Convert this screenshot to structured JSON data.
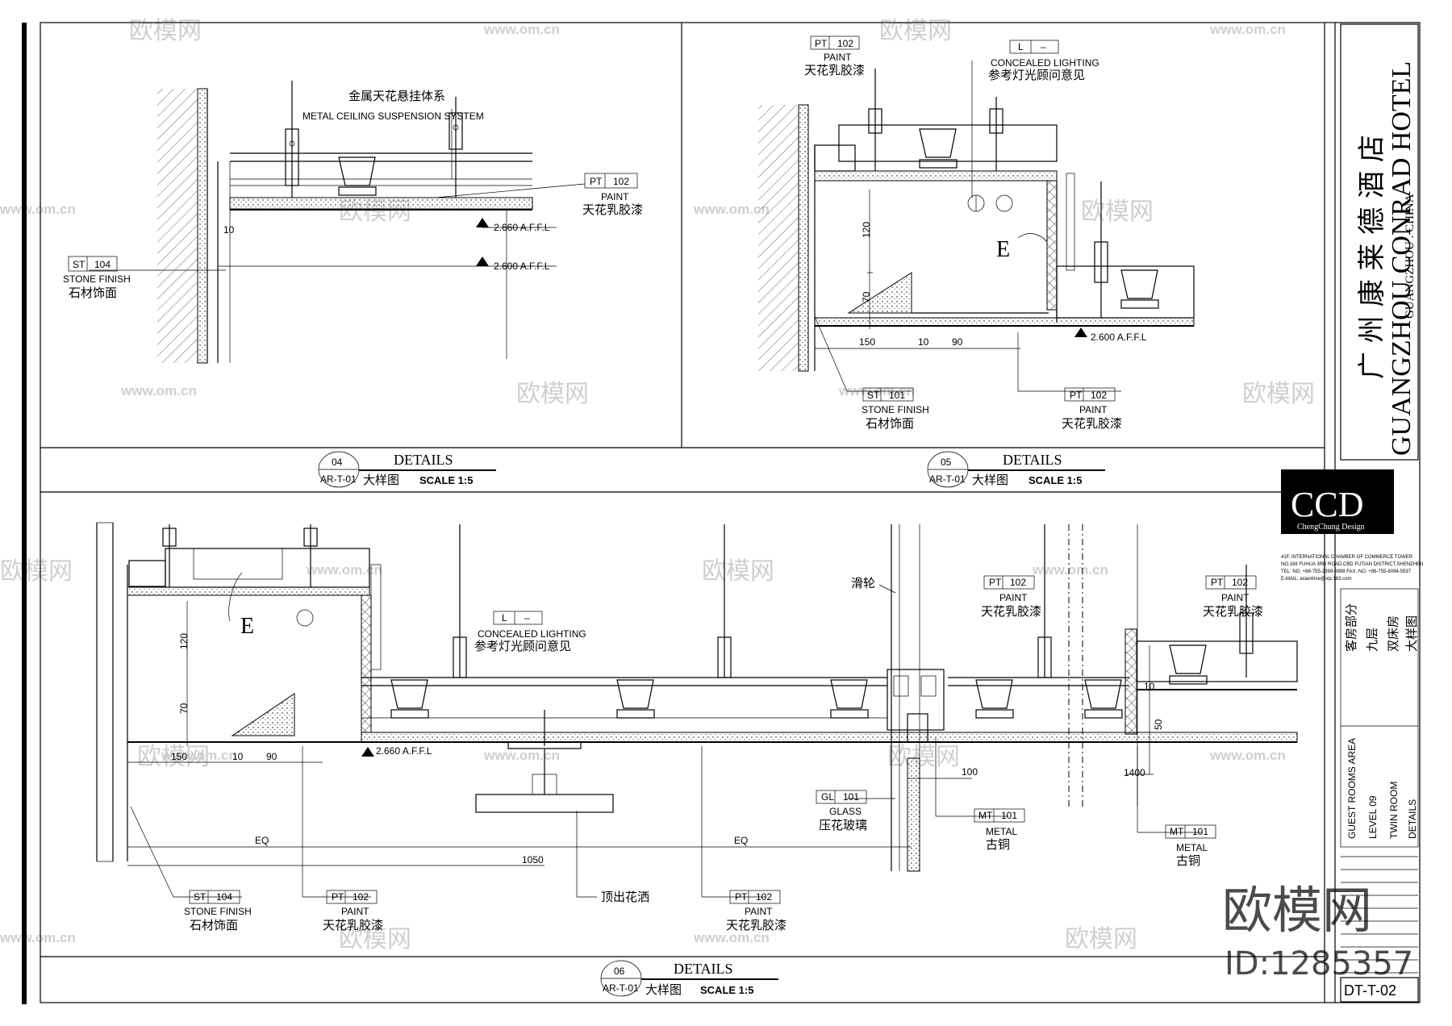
{
  "title_block": {
    "hotel_cn": "广 州 康 莱 德 酒 店",
    "hotel_en": "GUANGZHOU CONRAD HOTEL",
    "city": "GUANGZHOU . CHINA",
    "firm_logo": "CCD",
    "firm_sub": "ChengChung Design",
    "firm_address": [
      "41F, INTERNATIONAL CHAMBER OF COMMERCE TOWER",
      "NO.168 FUHUA 3RD ROAD,CBD FUTIAN DISTRICT,SHENZHEN",
      "TEL: NO. +86-755-2399-6998     FAX. NO. +86-755-8094-5537",
      "E-MAIL: asiantime@vip.163.com"
    ],
    "drawing_title_cn": [
      "客房部分",
      "九层",
      "双床房",
      "大样图"
    ],
    "drawing_title_en": [
      "GUEST ROOMS AREA",
      "LEVEL 09",
      "TWIN ROOM",
      "DETAILS"
    ],
    "sheet_no": "DT-T-02"
  },
  "watermark": {
    "brand": "欧模网",
    "url": "www.om.cn",
    "big_brand": "欧模网",
    "id": "ID:1285357"
  },
  "details": [
    {
      "no": "04",
      "ref": "AR-T-01",
      "title": "DETAILS",
      "title_cn": "大样图",
      "scale": "SCALE 1:5"
    },
    {
      "no": "05",
      "ref": "AR-T-01",
      "title": "DETAILS",
      "title_cn": "大样图",
      "scale": "SCALE 1:5"
    },
    {
      "no": "06",
      "ref": "AR-T-01",
      "title": "DETAILS",
      "title_cn": "大样图",
      "scale": "SCALE 1:5"
    }
  ],
  "labels": {
    "suspension_cn": "金属天花悬挂体系",
    "suspension_en": "METAL CEILING SUSPENSION SYSTEM",
    "pt_code": "PT",
    "pt_num": "102",
    "paint_en": "PAINT",
    "paint_cn": "天花乳胶漆",
    "st_code": "ST",
    "st_num_104": "104",
    "st_num_101": "101",
    "stone_en": "STONE FINISH",
    "stone_cn": "石材饰面",
    "level_a": "2.660 A.F.F.L",
    "level_b": "2.600 A.F.F.L",
    "light_code": "L",
    "light_dash": "–",
    "light_en": "CONCEALED LIGHTING",
    "light_cn": "参考灯光顾问意见",
    "e_mark": "E",
    "pulley_cn": "滑轮",
    "gl_code": "GL",
    "gl_num": "101",
    "glass_en": "GLASS",
    "glass_cn": "压花玻璃",
    "mt_code": "MT",
    "mt_num": "101",
    "metal_en": "METAL",
    "metal_cn": "古铜",
    "sprinkler_cn": "顶出花洒"
  },
  "dims": {
    "d10": "10",
    "d120": "120",
    "d70": "70",
    "d150": "150",
    "d90": "90",
    "d1050": "1050",
    "eq": "EQ",
    "d100": "100",
    "d1400": "1400",
    "d50": "50"
  }
}
